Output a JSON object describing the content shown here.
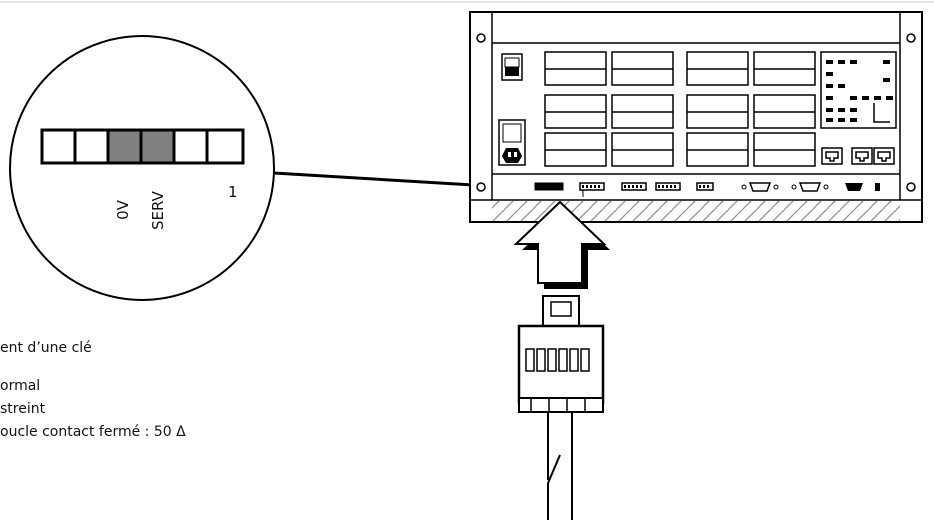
{
  "zoom": {
    "label_0v": "0V",
    "label_serv": "SERV",
    "label_1": "1"
  },
  "captions": [
    "ent  d’une clé",
    "ormal",
    "streint",
    "oucle contact fermé : 50 Δ"
  ],
  "colors": {
    "line": "#000000",
    "active_cell": "#808080",
    "hatch": "#9a9a9a",
    "background": "#ffffff"
  }
}
